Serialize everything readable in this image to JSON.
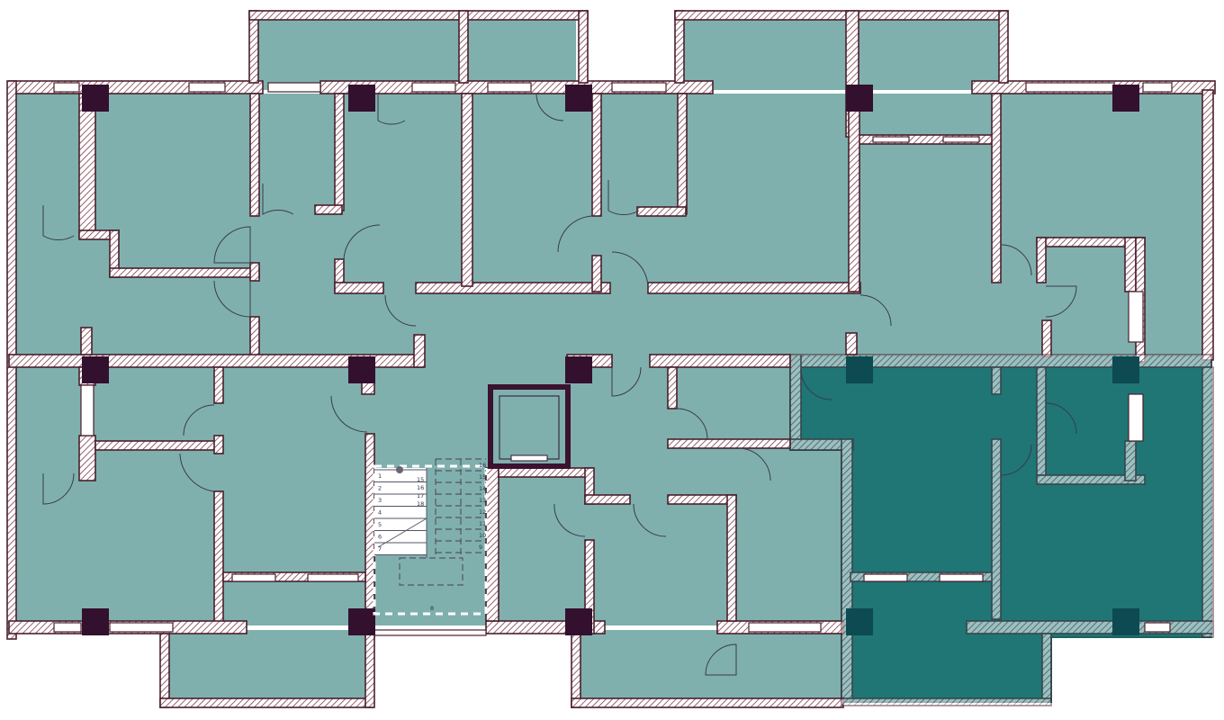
{
  "floor_plan": {
    "colors": {
      "room_fill": "#7fb0ae",
      "selected_apartment_fill": "#1f7675",
      "wall_hatch": "#7a3a4a",
      "column": "#33102e",
      "background": "#ffffff"
    },
    "selected_apartment": "apartment-right-lower",
    "stair_steps_left": [
      "1",
      "2",
      "3",
      "4",
      "5",
      "6",
      "7"
    ],
    "stair_steps_right": [
      "16",
      "15",
      "14",
      "13",
      "12",
      "11",
      "10",
      "9"
    ],
    "stair_mid_labels": [
      "15",
      "16",
      "17",
      "18"
    ],
    "stair_bottom_label": "8"
  }
}
